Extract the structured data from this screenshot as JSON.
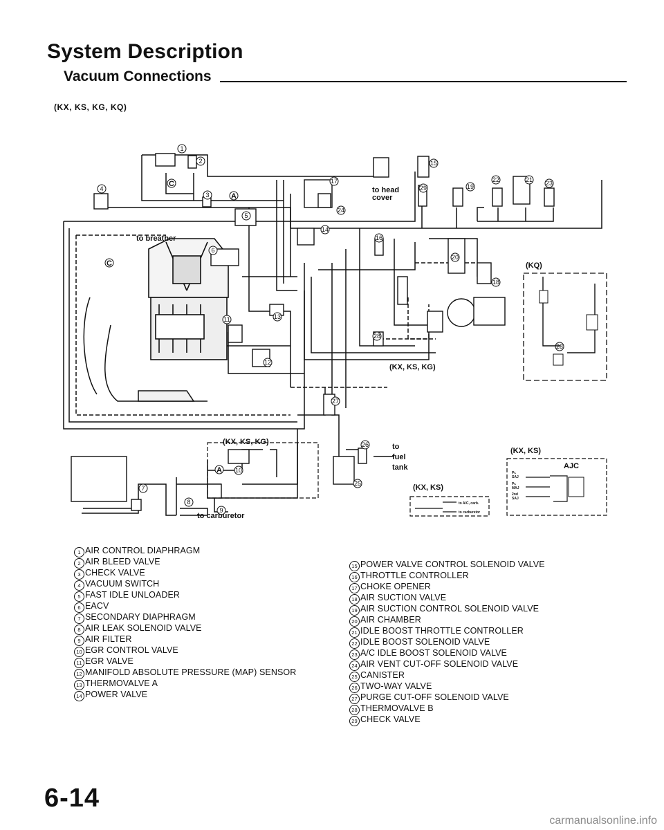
{
  "header": {
    "title": "System Description",
    "section": "Vacuum Connections",
    "variant": "(KX, KS, KG, KQ)"
  },
  "diagram": {
    "labels": {
      "to_breather": "to breather",
      "to_head_cover": "to head",
      "to_head_cover_2": "cover",
      "to_fuel_tank_1": "to",
      "to_fuel_tank_2": "fuel",
      "to_fuel_tank_3": "tank",
      "to_carburetor": "to carburetor",
      "inset_kq": "(KQ)",
      "inset_kx_ks_kg_right": "(KX, KS, KG)",
      "inset_kx_ks_kg_bottom": "(KX, KS, KG)",
      "inset_kx_ks": "(KX, KS)",
      "inset_kx_ks_ajc": "(KX, KS)",
      "ajc": "AJC",
      "to_ajc_carb": "to A/C, carb.",
      "to_carburetor_small": "to carburetor",
      "port_a": "A",
      "port_c": "C"
    },
    "ajc_ports": [
      "Pr.",
      "SAJ",
      "Pr.",
      "MAJ",
      "2nd",
      "SAJ"
    ]
  },
  "legend_left": [
    {
      "num": "1",
      "text": "AIR CONTROL DIAPHRAGM"
    },
    {
      "num": "2",
      "text": "AIR BLEED VALVE"
    },
    {
      "num": "3",
      "text": "CHECK VALVE"
    },
    {
      "num": "4",
      "text": "VACUUM SWITCH"
    },
    {
      "num": "5",
      "text": "FAST IDLE UNLOADER"
    },
    {
      "num": "6",
      "text": "EACV"
    },
    {
      "num": "7",
      "text": "SECONDARY DIAPHRAGM"
    },
    {
      "num": "8",
      "text": "AIR LEAK SOLENOID VALVE"
    },
    {
      "num": "9",
      "text": "AIR FILTER"
    },
    {
      "num": "10",
      "text": "EGR CONTROL VALVE"
    },
    {
      "num": "11",
      "text": "EGR VALVE"
    },
    {
      "num": "12",
      "text": "MANIFOLD ABSOLUTE PRESSURE (MAP) SENSOR"
    },
    {
      "num": "13",
      "text": "THERMOVALVE A"
    },
    {
      "num": "14",
      "text": "POWER VALVE"
    }
  ],
  "legend_right": [
    {
      "num": "15",
      "text": "POWER VALVE CONTROL SOLENOID VALVE"
    },
    {
      "num": "16",
      "text": "THROTTLE CONTROLLER"
    },
    {
      "num": "17",
      "text": "CHOKE OPENER"
    },
    {
      "num": "18",
      "text": "AIR SUCTION VALVE"
    },
    {
      "num": "19",
      "text": "AIR SUCTION CONTROL SOLENOID VALVE"
    },
    {
      "num": "20",
      "text": "AIR CHAMBER"
    },
    {
      "num": "21",
      "text": "IDLE BOOST THROTTLE CONTROLLER"
    },
    {
      "num": "22",
      "text": "IDLE BOOST SOLENOID VALVE"
    },
    {
      "num": "23",
      "text": "A/C IDLE BOOST SOLENOID VALVE"
    },
    {
      "num": "24",
      "text": "AIR VENT CUT-OFF SOLENOID VALVE"
    },
    {
      "num": "25",
      "text": "CANISTER"
    },
    {
      "num": "26",
      "text": "TWO-WAY VALVE"
    },
    {
      "num": "27",
      "text": "PURGE CUT-OFF SOLENOID VALVE"
    },
    {
      "num": "28",
      "text": "THERMOVALVE B"
    },
    {
      "num": "29",
      "text": "CHECK VALVE"
    }
  ],
  "footer": {
    "page_number": "6-14",
    "watermark": "carmanualsonline.info"
  }
}
